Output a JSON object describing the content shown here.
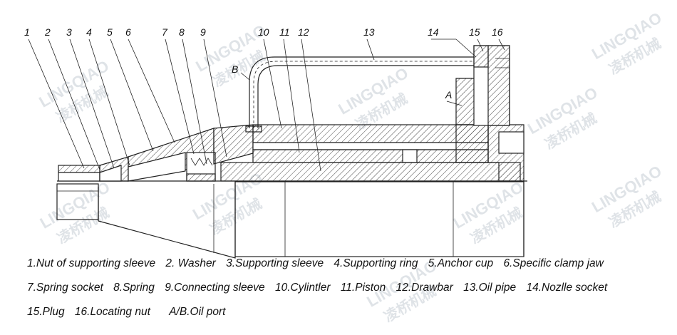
{
  "watermark": {
    "brand": "LINGQIAO",
    "cn": "凌桥机械"
  },
  "callouts": [
    "1",
    "2",
    "3",
    "4",
    "5",
    "6",
    "7",
    "8",
    "9",
    "10",
    "11",
    "12",
    "13",
    "14",
    "15",
    "16"
  ],
  "port_labels": {
    "a": "A",
    "b": "B"
  },
  "legend": {
    "line1": [
      "1.Nut of  supporting sleeve",
      "2. Washer",
      "3.Supporting sleeve",
      "4.Supporting ring",
      "5.Anchor cup",
      "6.Specific clamp jaw"
    ],
    "line2": [
      "7.Spring socket",
      "8.Spring",
      "9.Connecting sleeve",
      "10.Cylintler",
      "11.Piston",
      "12.Drawbar",
      "13.Oil pipe",
      "14.Nozlle socket"
    ],
    "line3": [
      "15.Plug",
      "16.Locating nut",
      "A/B.Oil port"
    ]
  }
}
